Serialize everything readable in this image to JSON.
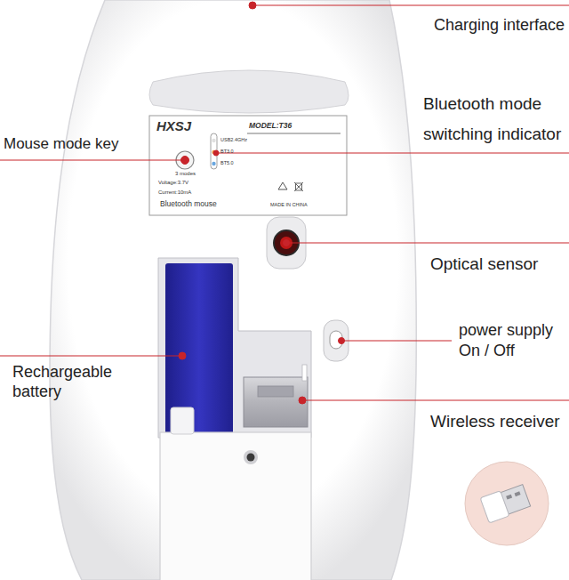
{
  "diagram": {
    "nodes": [
      {
        "text": [
          "HXSJ",
          "MODEL:T36",
          "USB2.4GHz",
          "BT3.0",
          "BT5.0",
          "3 modes",
          "Voltage:3.7V",
          "Current:10mA",
          "Bluetooth mouse",
          "MADE IN CHINA"
        ]
      }
    ],
    "labels": [
      "Charging interface",
      "Mouse mode key",
      "Bluetooth mode switching indicator",
      "Optical sensor",
      "power supply On / Off",
      "Rechargeable battery",
      "Wireless receiver"
    ]
  }
}
